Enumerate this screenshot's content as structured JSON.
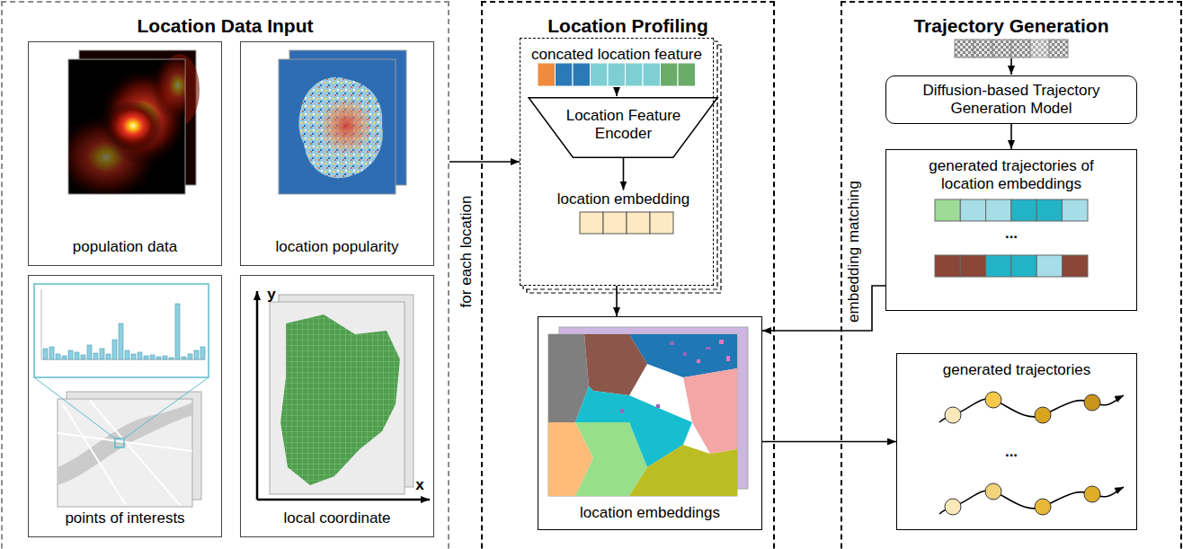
{
  "diagram": {
    "nodes": [
      {
        "text": [
          "Location Data Input"
        ]
      },
      {
        "text": [
          "population data"
        ],
        "in": 0
      },
      {
        "text": [
          "location popularity"
        ],
        "in": 0
      },
      {
        "text": [
          "points of interests"
        ],
        "in": 0
      },
      {
        "text": [
          "local coordinate"
        ],
        "in": 0
      },
      {
        "text": [
          "Location Profiling"
        ]
      },
      {
        "text": [
          "concated location feature"
        ],
        "in": 5
      },
      {
        "text": [
          "Location Feature Encoder"
        ],
        "in": 6
      },
      {
        "text": [
          "location embedding"
        ],
        "in": 6
      },
      {
        "text": [
          "location embeddings"
        ],
        "in": 5
      },
      {
        "text": [
          "Trajectory Generation"
        ]
      },
      {
        "text": [
          "Diffusion-based Trajectory Generation Model"
        ],
        "in": 10
      },
      {
        "text": [
          "generated trajectories of location embeddings"
        ],
        "in": 10
      },
      {
        "text": [
          "generated trajectories"
        ],
        "in": 10
      }
    ],
    "edges": [
      {
        "from": 0,
        "to": 6,
        "label": "for each location",
        "arrow": "to"
      },
      {
        "from": 7,
        "to": 8,
        "arrow": "to"
      },
      {
        "from": 6,
        "to": 9,
        "arrow": "to"
      },
      {
        "from": 11,
        "to": 12,
        "arrow": "to"
      },
      {
        "from": 12,
        "to": 9,
        "label": "embedding matching",
        "arrow": "to"
      },
      {
        "from": 9,
        "to": 13,
        "arrow": "to"
      }
    ],
    "labels": [
      "y",
      "x",
      "...",
      "..."
    ]
  }
}
